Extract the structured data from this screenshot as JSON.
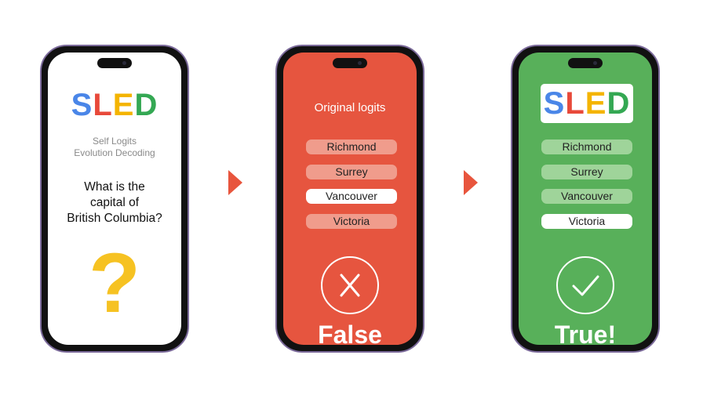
{
  "colors": {
    "red_screen": "#e6553f",
    "green_screen": "#58b05a",
    "arrow": "#e8553d",
    "question_mark": "#f6c222"
  },
  "phone1": {
    "logo_letters": [
      "S",
      "L",
      "E",
      "D"
    ],
    "subtitle_line1": "Self Logits",
    "subtitle_line2": "Evolution Decoding",
    "question_line1": "What is the",
    "question_line2": "capital of",
    "question_line3": "British Columbia?",
    "question_mark": "?"
  },
  "phone2": {
    "title": "Original logits",
    "options": [
      "Richmond",
      "Surrey",
      "Vancouver",
      "Victoria"
    ],
    "selected_index": 2,
    "result": "False",
    "result_icon": "x-icon"
  },
  "phone3": {
    "logo_letters": [
      "S",
      "L",
      "E",
      "D"
    ],
    "options": [
      "Richmond",
      "Surrey",
      "Vancouver",
      "Victoria"
    ],
    "selected_index": 3,
    "result": "True!",
    "result_icon": "check-icon"
  }
}
